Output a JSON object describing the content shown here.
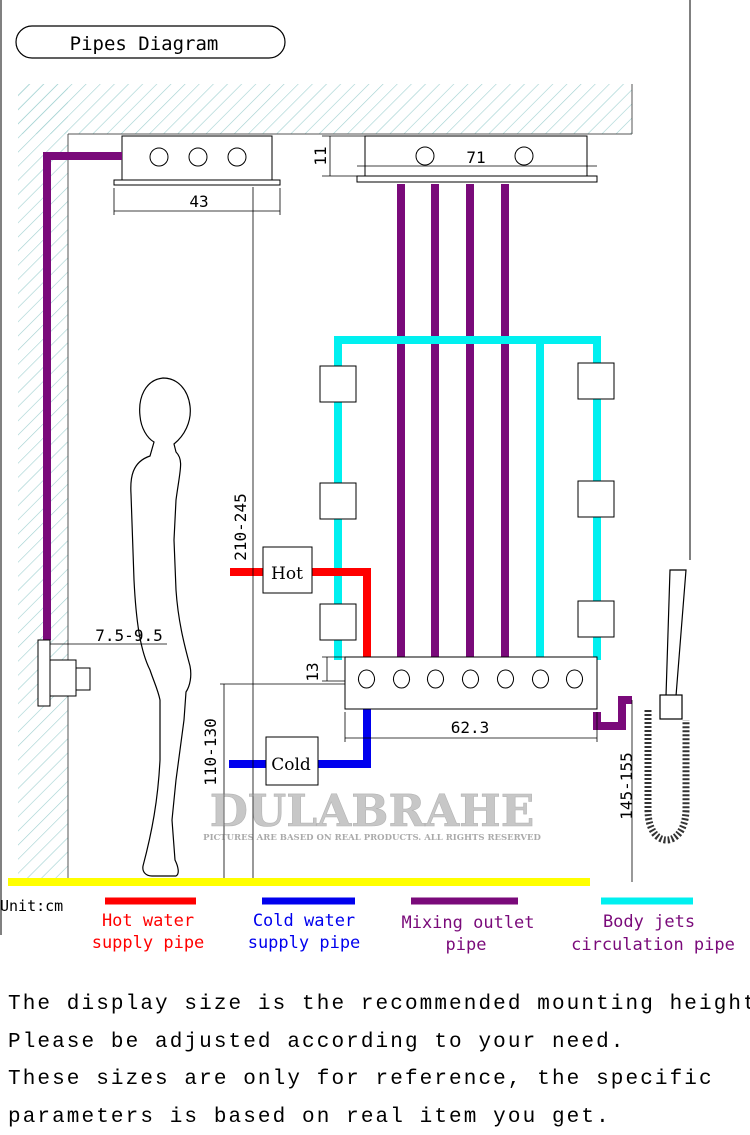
{
  "title": "Pipes Diagram",
  "dimensions": {
    "overhead_drop": "11",
    "overhead_width": "71",
    "rain_depth": "43",
    "valve_height": "210-245",
    "wall_offset": "7.5-9.5",
    "panel_drop": "13",
    "panel_width": "62.3",
    "low_height": "110-130",
    "handshower_height": "145-155"
  },
  "labels": {
    "hot": "Hot",
    "cold": "Cold"
  },
  "watermark": {
    "brand": "DULABRAHE",
    "tagline": "PICTURES ARE BASED ON REAL PRODUCTS. ALL RIGHTS RESERVED"
  },
  "legend": {
    "unit": "Unit:cm",
    "items": [
      {
        "line1": "Hot water",
        "line2": "supply pipe",
        "color": "#ff0000"
      },
      {
        "line1": "Cold water",
        "line2": "supply pipe",
        "color": "#0000ee"
      },
      {
        "line1": "Mixing outlet",
        "line2": "pipe",
        "color": "#7a0a7a"
      },
      {
        "line1": "Body jets",
        "line2": "circulation pipe",
        "color": "#00f0f0"
      }
    ]
  },
  "notes": [
    "The display size is the recommended mounting height.",
    "Please be adjusted according to your need.",
    "These sizes are only for reference, the specific",
    "parameters is based on real item you get."
  ]
}
